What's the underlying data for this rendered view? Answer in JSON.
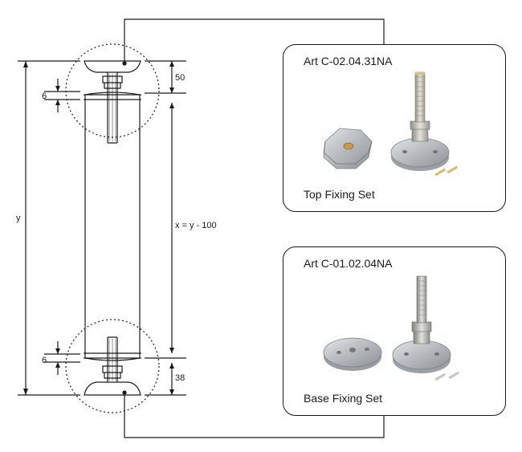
{
  "drawing": {
    "dimensions": {
      "top_gap": "50",
      "top_plate": "6",
      "total_height": "y",
      "tube_length": "x = y - 100",
      "bottom_plate": "6",
      "bottom_gap": "38"
    }
  },
  "cards": [
    {
      "code": "Art C-02.04.31NA",
      "caption": "Top Fixing Set"
    },
    {
      "code": "Art C-01.02.04NA",
      "caption": "Base Fixing Set"
    }
  ],
  "colors": {
    "line": "#1a1a1a",
    "metal": "#b9bcc0",
    "metal_dark": "#8a8d91",
    "brass": "#c9a75a"
  }
}
